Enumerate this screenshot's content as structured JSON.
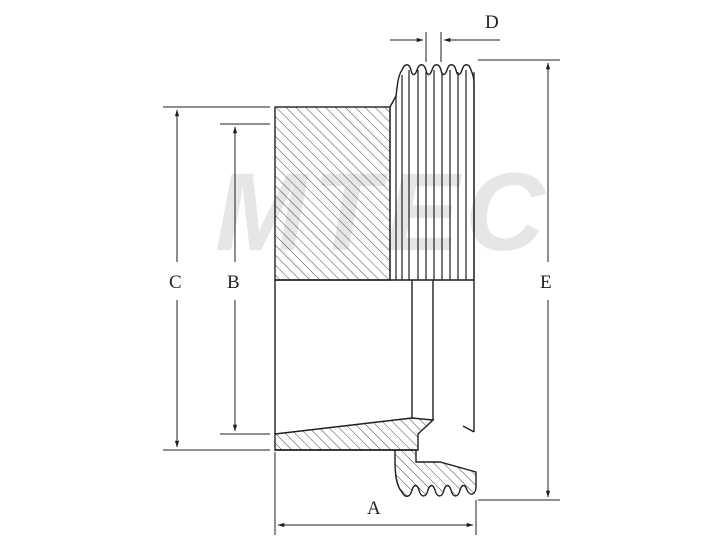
{
  "drawing": {
    "watermark_text": "MTEC",
    "line_color": "#1f1f1f",
    "watermark_color": "#e6e6e6",
    "dimensions": {
      "A": "A",
      "B": "B",
      "C": "C",
      "D": "D",
      "E": "E"
    }
  }
}
